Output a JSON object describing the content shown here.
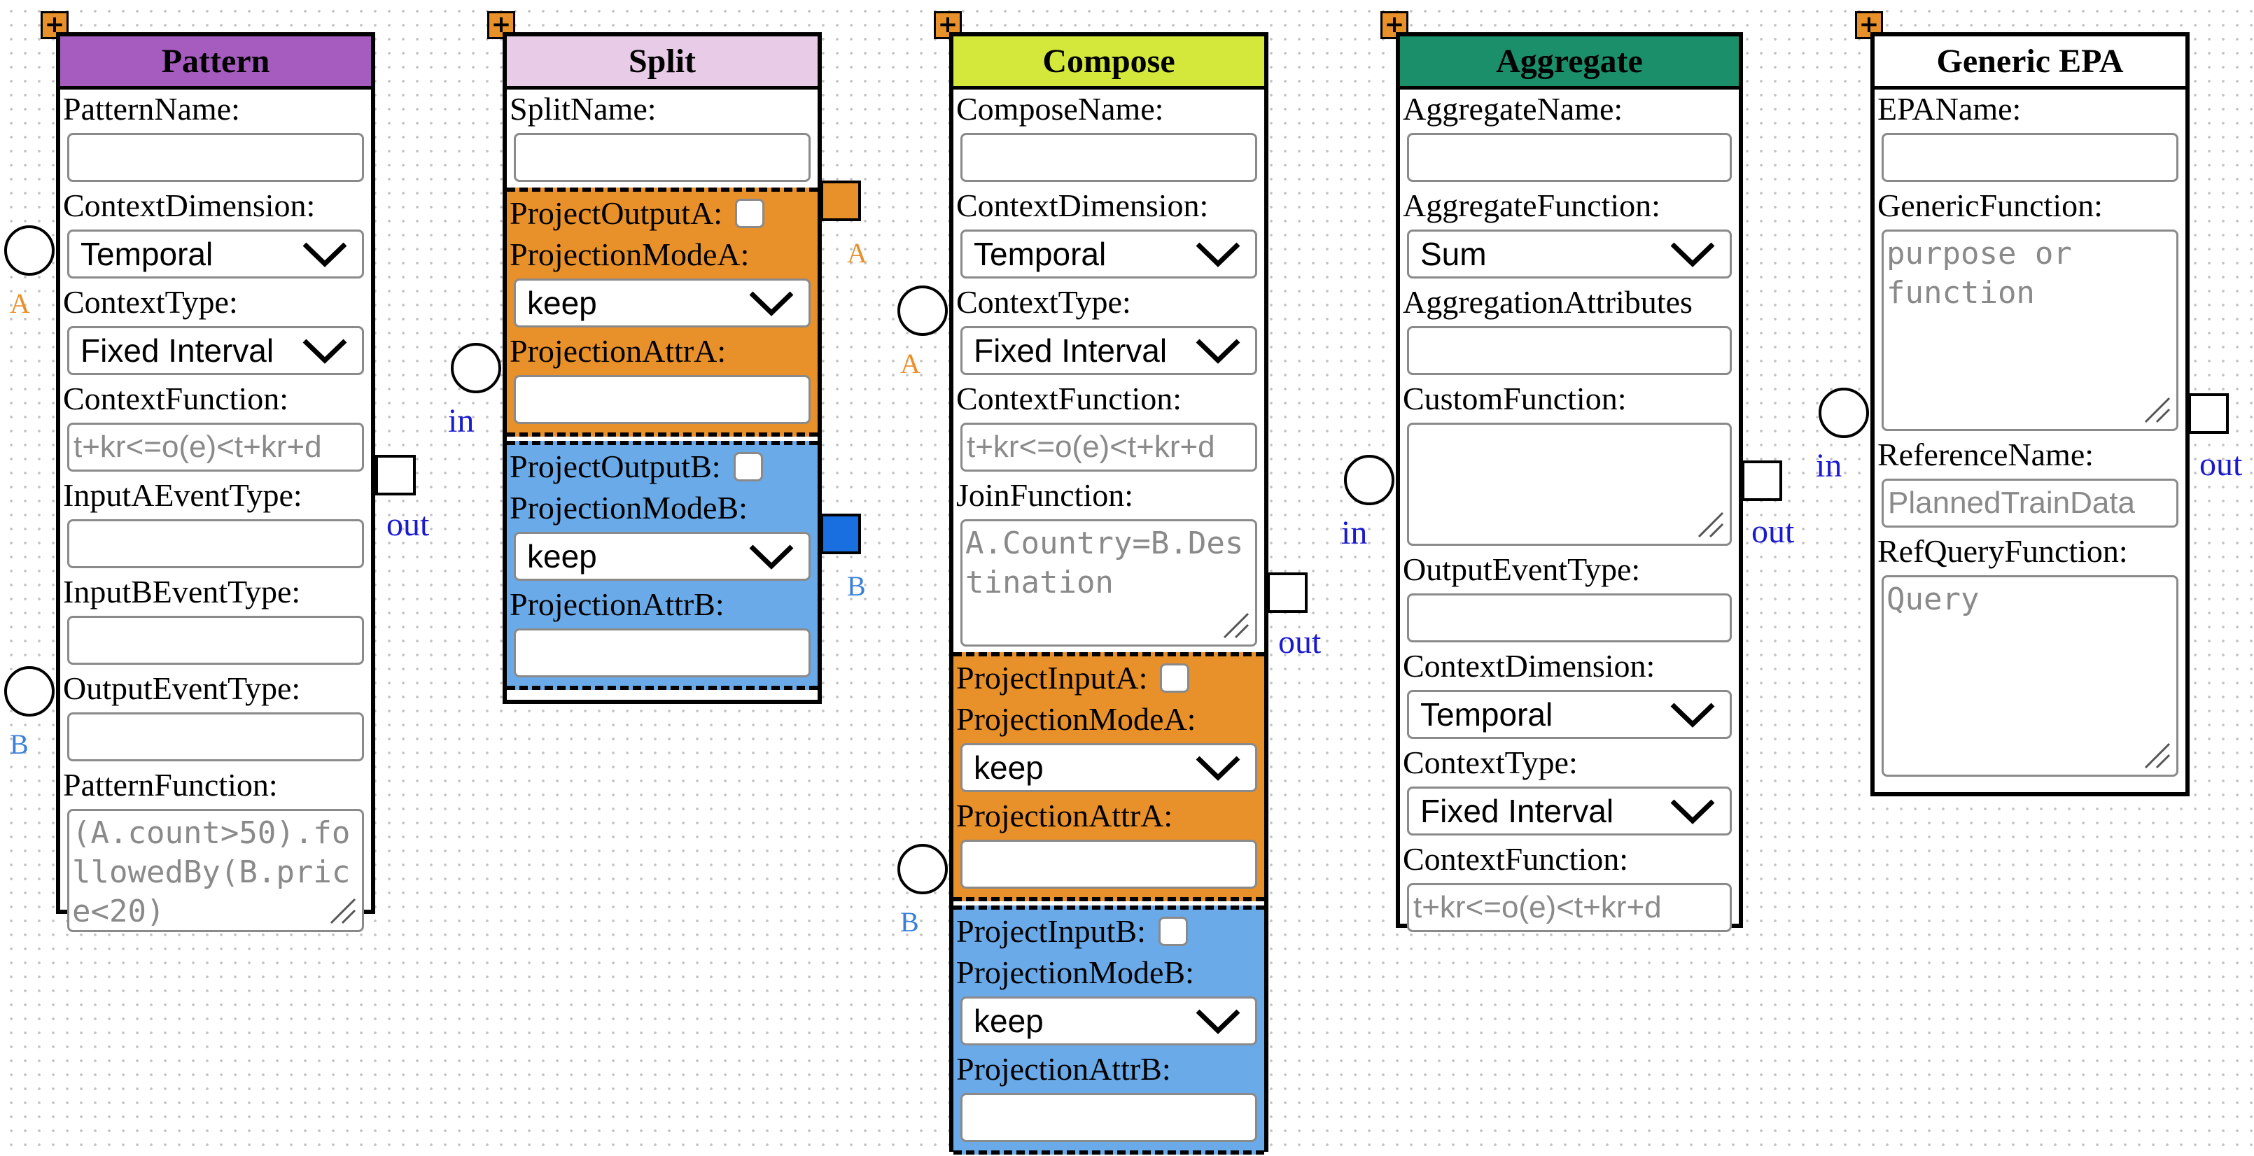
{
  "pattern": {
    "title": "Pattern",
    "header_color": "#a65cbf",
    "labels": {
      "name": "PatternName:",
      "context_dimension": "ContextDimension:",
      "context_type": "ContextType:",
      "context_function": "ContextFunction:",
      "input_a": "InputAEventType:",
      "input_b": "InputBEventType:",
      "output": "OutputEventType:",
      "pattern_function": "PatternFunction:"
    },
    "context_dimension_value": "Temporal",
    "context_type_value": "Fixed Interval",
    "context_function_placeholder": "t+kr<=o(e)<t+kr+d",
    "pattern_function_value": "(A.count>50).followedBy(B.price<20)",
    "ports": {
      "a": "A",
      "b": "B",
      "out": "out"
    }
  },
  "split": {
    "title": "Split",
    "header_color": "#e8cbe6",
    "labels": {
      "name": "SplitName:",
      "project_output_a": "ProjectOutputA:",
      "projection_mode_a": "ProjectionModeA:",
      "projection_attr_a": "ProjectionAttrA:",
      "project_output_b": "ProjectOutputB:",
      "projection_mode_b": "ProjectionModeB:",
      "projection_attr_b": "ProjectionAttrB:"
    },
    "projection_mode_a_value": "keep",
    "projection_mode_b_value": "keep",
    "ports": {
      "in": "in",
      "a": "A",
      "b": "B"
    }
  },
  "compose": {
    "title": "Compose",
    "header_color": "#d4e83c",
    "labels": {
      "name": "ComposeName:",
      "context_dimension": "ContextDimension:",
      "context_type": "ContextType:",
      "context_function": "ContextFunction:",
      "join_function": "JoinFunction:",
      "project_input_a": "ProjectInputA:",
      "projection_mode_a": "ProjectionModeA:",
      "projection_attr_a": "ProjectionAttrA:",
      "project_input_b": "ProjectInputB:",
      "projection_mode_b": "ProjectionModeB:",
      "projection_attr_b": "ProjectionAttrB:"
    },
    "context_dimension_value": "Temporal",
    "context_type_value": "Fixed Interval",
    "context_function_placeholder": "t+kr<=o(e)<t+kr+d",
    "join_function_value": "A.Country=B.Destination",
    "projection_mode_a_value": "keep",
    "projection_mode_b_value": "keep",
    "ports": {
      "a": "A",
      "b": "B",
      "out": "out"
    }
  },
  "aggregate": {
    "title": "Aggregate",
    "header_color": "#1a8f6a",
    "labels": {
      "name": "AggregateName:",
      "aggregate_function": "AggregateFunction:",
      "aggregation_attributes": "AggregationAttributes",
      "custom_function": "CustomFunction:",
      "output": "OutputEventType:",
      "context_dimension": "ContextDimension:",
      "context_type": "ContextType:",
      "context_function": "ContextFunction:"
    },
    "aggregate_function_value": "Sum",
    "context_dimension_value": "Temporal",
    "context_type_value": "Fixed Interval",
    "context_function_placeholder": "t+kr<=o(e)<t+kr+d",
    "ports": {
      "in": "in",
      "out": "out"
    }
  },
  "generic": {
    "title": "Generic EPA",
    "header_color": "#ffffff",
    "labels": {
      "name": "EPAName:",
      "generic_function": "GenericFunction:",
      "reference_name": "ReferenceName:",
      "ref_query_function": "RefQueryFunction:"
    },
    "generic_function_placeholder": "purpose or function",
    "reference_name_placeholder": "PlannedTrainData",
    "ref_query_placeholder": "Query",
    "ports": {
      "in": "in",
      "out": "out"
    }
  },
  "colors": {
    "orange": "#e8902a",
    "blue_section": "#6aaae8",
    "blue_port": "#1a6fe0",
    "port_label_blue": "#1a1ad0",
    "port_label_orange": "#e8902a",
    "port_label_b": "#3a7fd8"
  }
}
